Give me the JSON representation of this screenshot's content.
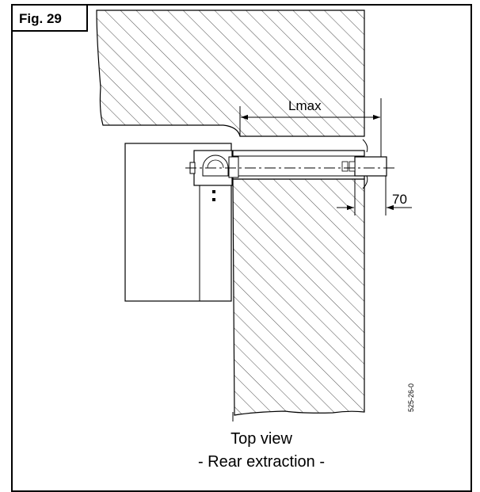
{
  "figure_label": "Fig. 29",
  "dimensions": {
    "length": "Lmax",
    "offset": "70"
  },
  "reference_code": "525-26-0",
  "caption": {
    "line1": "Top view",
    "line2": "- Rear extraction -"
  }
}
